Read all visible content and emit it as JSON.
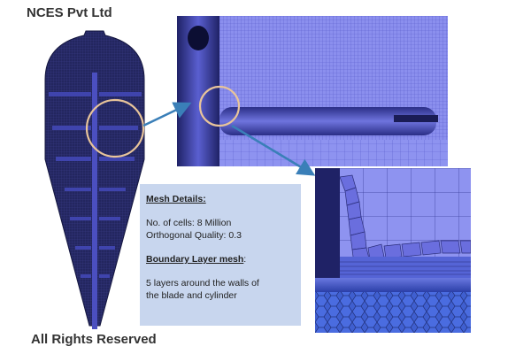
{
  "header": {
    "company": "NCES Pvt Ltd"
  },
  "footer": {
    "rights": "All Rights Reserved"
  },
  "mesh_details": {
    "heading": "Mesh Details:",
    "cells": "No. of cells: 8 Million",
    "quality": "Orthogonal Quality: 0.3",
    "bl_heading": "Boundary Layer mesh",
    "bl_colon": ":",
    "bl_line1": "5 layers around the walls of",
    "bl_line2": "the blade and  cylinder"
  },
  "colors": {
    "mesh_dark": "#1f2266",
    "mesh_mid": "#5a5fd0",
    "mesh_light": "#8e93f0",
    "panel_bg": "#c8d6ee",
    "highlight_circle": "#e8c49a",
    "arrow": "#3a7fb8"
  }
}
